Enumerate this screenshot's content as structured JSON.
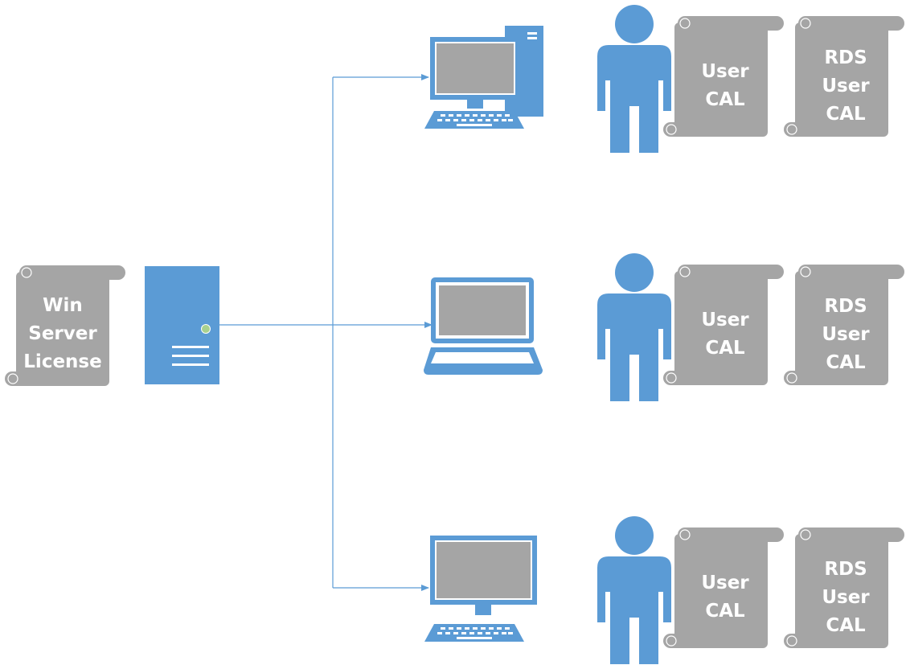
{
  "server_license": {
    "lines": [
      "Win",
      "Server",
      "License"
    ]
  },
  "clients": [
    {
      "device": "desktop-computer",
      "user_cal": {
        "lines": [
          "User",
          "CAL"
        ]
      },
      "rds_cal": {
        "lines": [
          "RDS",
          "User",
          "CAL"
        ]
      }
    },
    {
      "device": "laptop-computer",
      "user_cal": {
        "lines": [
          "User",
          "CAL"
        ]
      },
      "rds_cal": {
        "lines": [
          "RDS",
          "User",
          "CAL"
        ]
      }
    },
    {
      "device": "monitor-computer",
      "user_cal": {
        "lines": [
          "User",
          "CAL"
        ]
      },
      "rds_cal": {
        "lines": [
          "RDS",
          "User",
          "CAL"
        ]
      }
    }
  ],
  "colors": {
    "accent_blue": "#5b9bd5",
    "scroll_gray": "#a5a5a5",
    "screen_gray": "#a5a5a5",
    "indicator_green": "#a9d18e",
    "label_text": "#ffffff"
  }
}
